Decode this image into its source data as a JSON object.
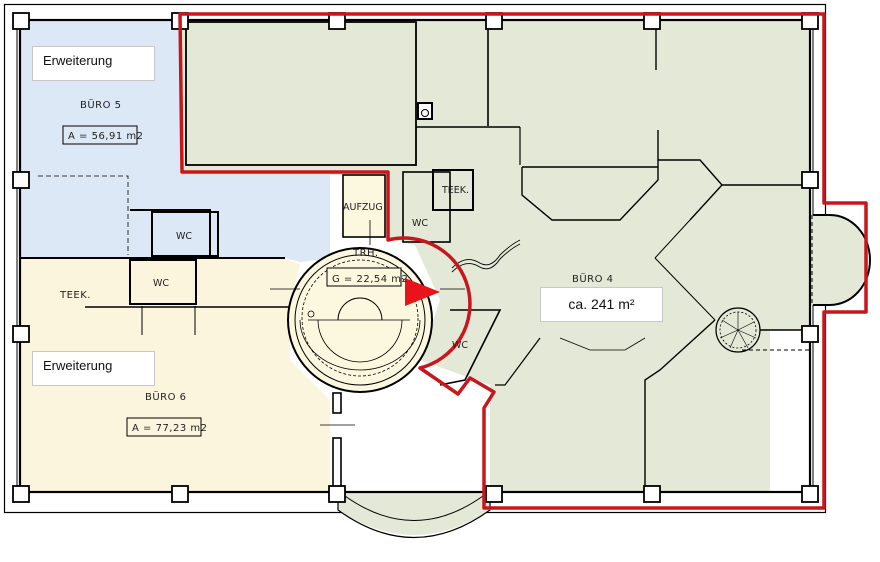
{
  "plan": {
    "colors": {
      "buero5_fill": "#dce8f5",
      "buero6_fill": "#fcf5dd",
      "buero4_fill": "#e3e9d6",
      "stair_fill": "#fcf8df",
      "wall": "#000000",
      "highlight_outline": "#c8161d",
      "arrow": "#e8141c",
      "background": "#ffffff"
    },
    "rooms": {
      "buero5": {
        "annotation": "Erweiterung",
        "name": "BÜRO  5",
        "area": "A = 56,91 m2"
      },
      "buero6": {
        "annotation": "Erweiterung",
        "name": "BÜRO  6",
        "area": "A = 77,23 m2",
        "teek": "TEEK."
      },
      "buero4": {
        "name": "BÜRO  4",
        "area": "ca. 241 m²"
      },
      "stairwell": {
        "name": "TRH.",
        "area": "G = 22,54 m2"
      },
      "elevator": {
        "name": "AUFZUG"
      },
      "wc_left_upper": {
        "name": "WC"
      },
      "wc_left_lower": {
        "name": "WC"
      },
      "wc_center": {
        "name": "WC"
      },
      "wc_right": {
        "name": "WC"
      },
      "teek_center": {
        "name": "TEEK."
      }
    }
  }
}
